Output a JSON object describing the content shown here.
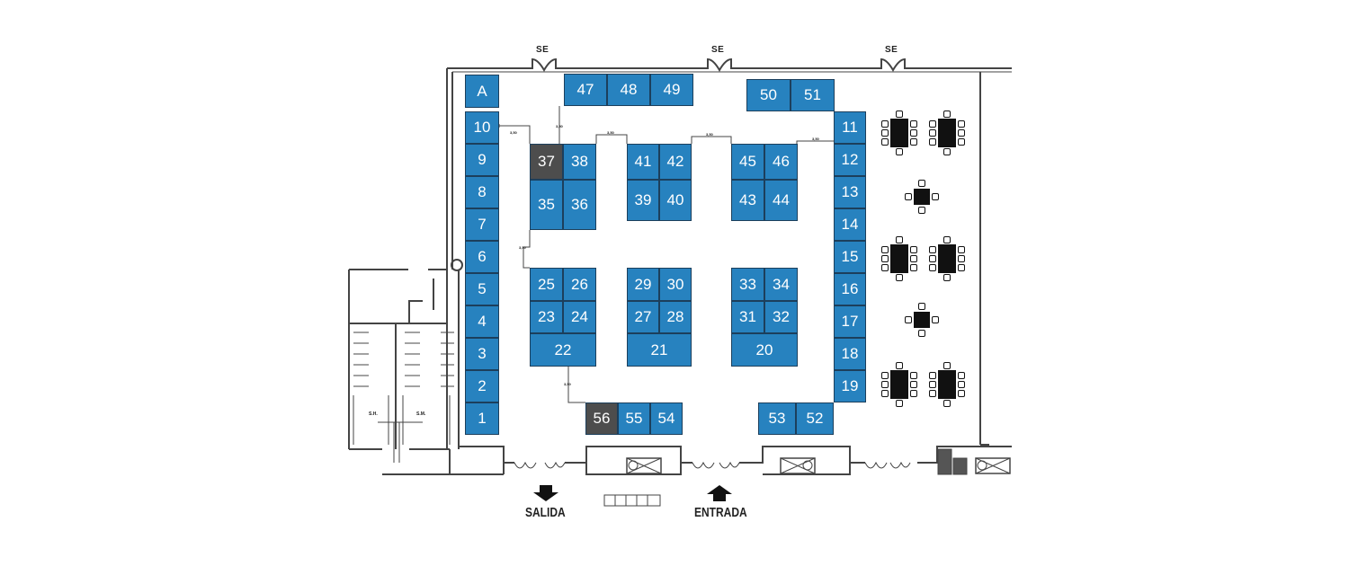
{
  "colors": {
    "booth": "#2782bf",
    "reserved": "#4d4d4d",
    "wall": "#444444"
  },
  "booths": [
    {
      "label": "A",
      "status": "available"
    },
    {
      "label": "10",
      "status": "available"
    },
    {
      "label": "9",
      "status": "available"
    },
    {
      "label": "8",
      "status": "available"
    },
    {
      "label": "7",
      "status": "available"
    },
    {
      "label": "6",
      "status": "available"
    },
    {
      "label": "5",
      "status": "available"
    },
    {
      "label": "4",
      "status": "available"
    },
    {
      "label": "3",
      "status": "available"
    },
    {
      "label": "2",
      "status": "available"
    },
    {
      "label": "1",
      "status": "available"
    },
    {
      "label": "11",
      "status": "available"
    },
    {
      "label": "12",
      "status": "available"
    },
    {
      "label": "13",
      "status": "available"
    },
    {
      "label": "14",
      "status": "available"
    },
    {
      "label": "15",
      "status": "available"
    },
    {
      "label": "16",
      "status": "available"
    },
    {
      "label": "17",
      "status": "available"
    },
    {
      "label": "18",
      "status": "available"
    },
    {
      "label": "19",
      "status": "available"
    },
    {
      "label": "47",
      "status": "available"
    },
    {
      "label": "48",
      "status": "available"
    },
    {
      "label": "49",
      "status": "available"
    },
    {
      "label": "50",
      "status": "available"
    },
    {
      "label": "51",
      "status": "available"
    },
    {
      "label": "37",
      "status": "reserved"
    },
    {
      "label": "38",
      "status": "available"
    },
    {
      "label": "35",
      "status": "available"
    },
    {
      "label": "36",
      "status": "available"
    },
    {
      "label": "41",
      "status": "available"
    },
    {
      "label": "42",
      "status": "available"
    },
    {
      "label": "39",
      "status": "available"
    },
    {
      "label": "40",
      "status": "available"
    },
    {
      "label": "45",
      "status": "available"
    },
    {
      "label": "46",
      "status": "available"
    },
    {
      "label": "43",
      "status": "available"
    },
    {
      "label": "44",
      "status": "available"
    },
    {
      "label": "25",
      "status": "available"
    },
    {
      "label": "26",
      "status": "available"
    },
    {
      "label": "23",
      "status": "available"
    },
    {
      "label": "24",
      "status": "available"
    },
    {
      "label": "22",
      "status": "available"
    },
    {
      "label": "29",
      "status": "available"
    },
    {
      "label": "30",
      "status": "available"
    },
    {
      "label": "27",
      "status": "available"
    },
    {
      "label": "28",
      "status": "available"
    },
    {
      "label": "21",
      "status": "available"
    },
    {
      "label": "33",
      "status": "available"
    },
    {
      "label": "34",
      "status": "available"
    },
    {
      "label": "31",
      "status": "available"
    },
    {
      "label": "32",
      "status": "available"
    },
    {
      "label": "20",
      "status": "available"
    },
    {
      "label": "56",
      "status": "reserved"
    },
    {
      "label": "55",
      "status": "available"
    },
    {
      "label": "54",
      "status": "available"
    },
    {
      "label": "53",
      "status": "available"
    },
    {
      "label": "52",
      "status": "available"
    }
  ],
  "labels": {
    "se": "SE",
    "exit": "SALIDA",
    "entrance": "ENTRADA",
    "restroom_men": "S.H.",
    "restroom_women": "S.M.",
    "dimension": "3,50"
  }
}
